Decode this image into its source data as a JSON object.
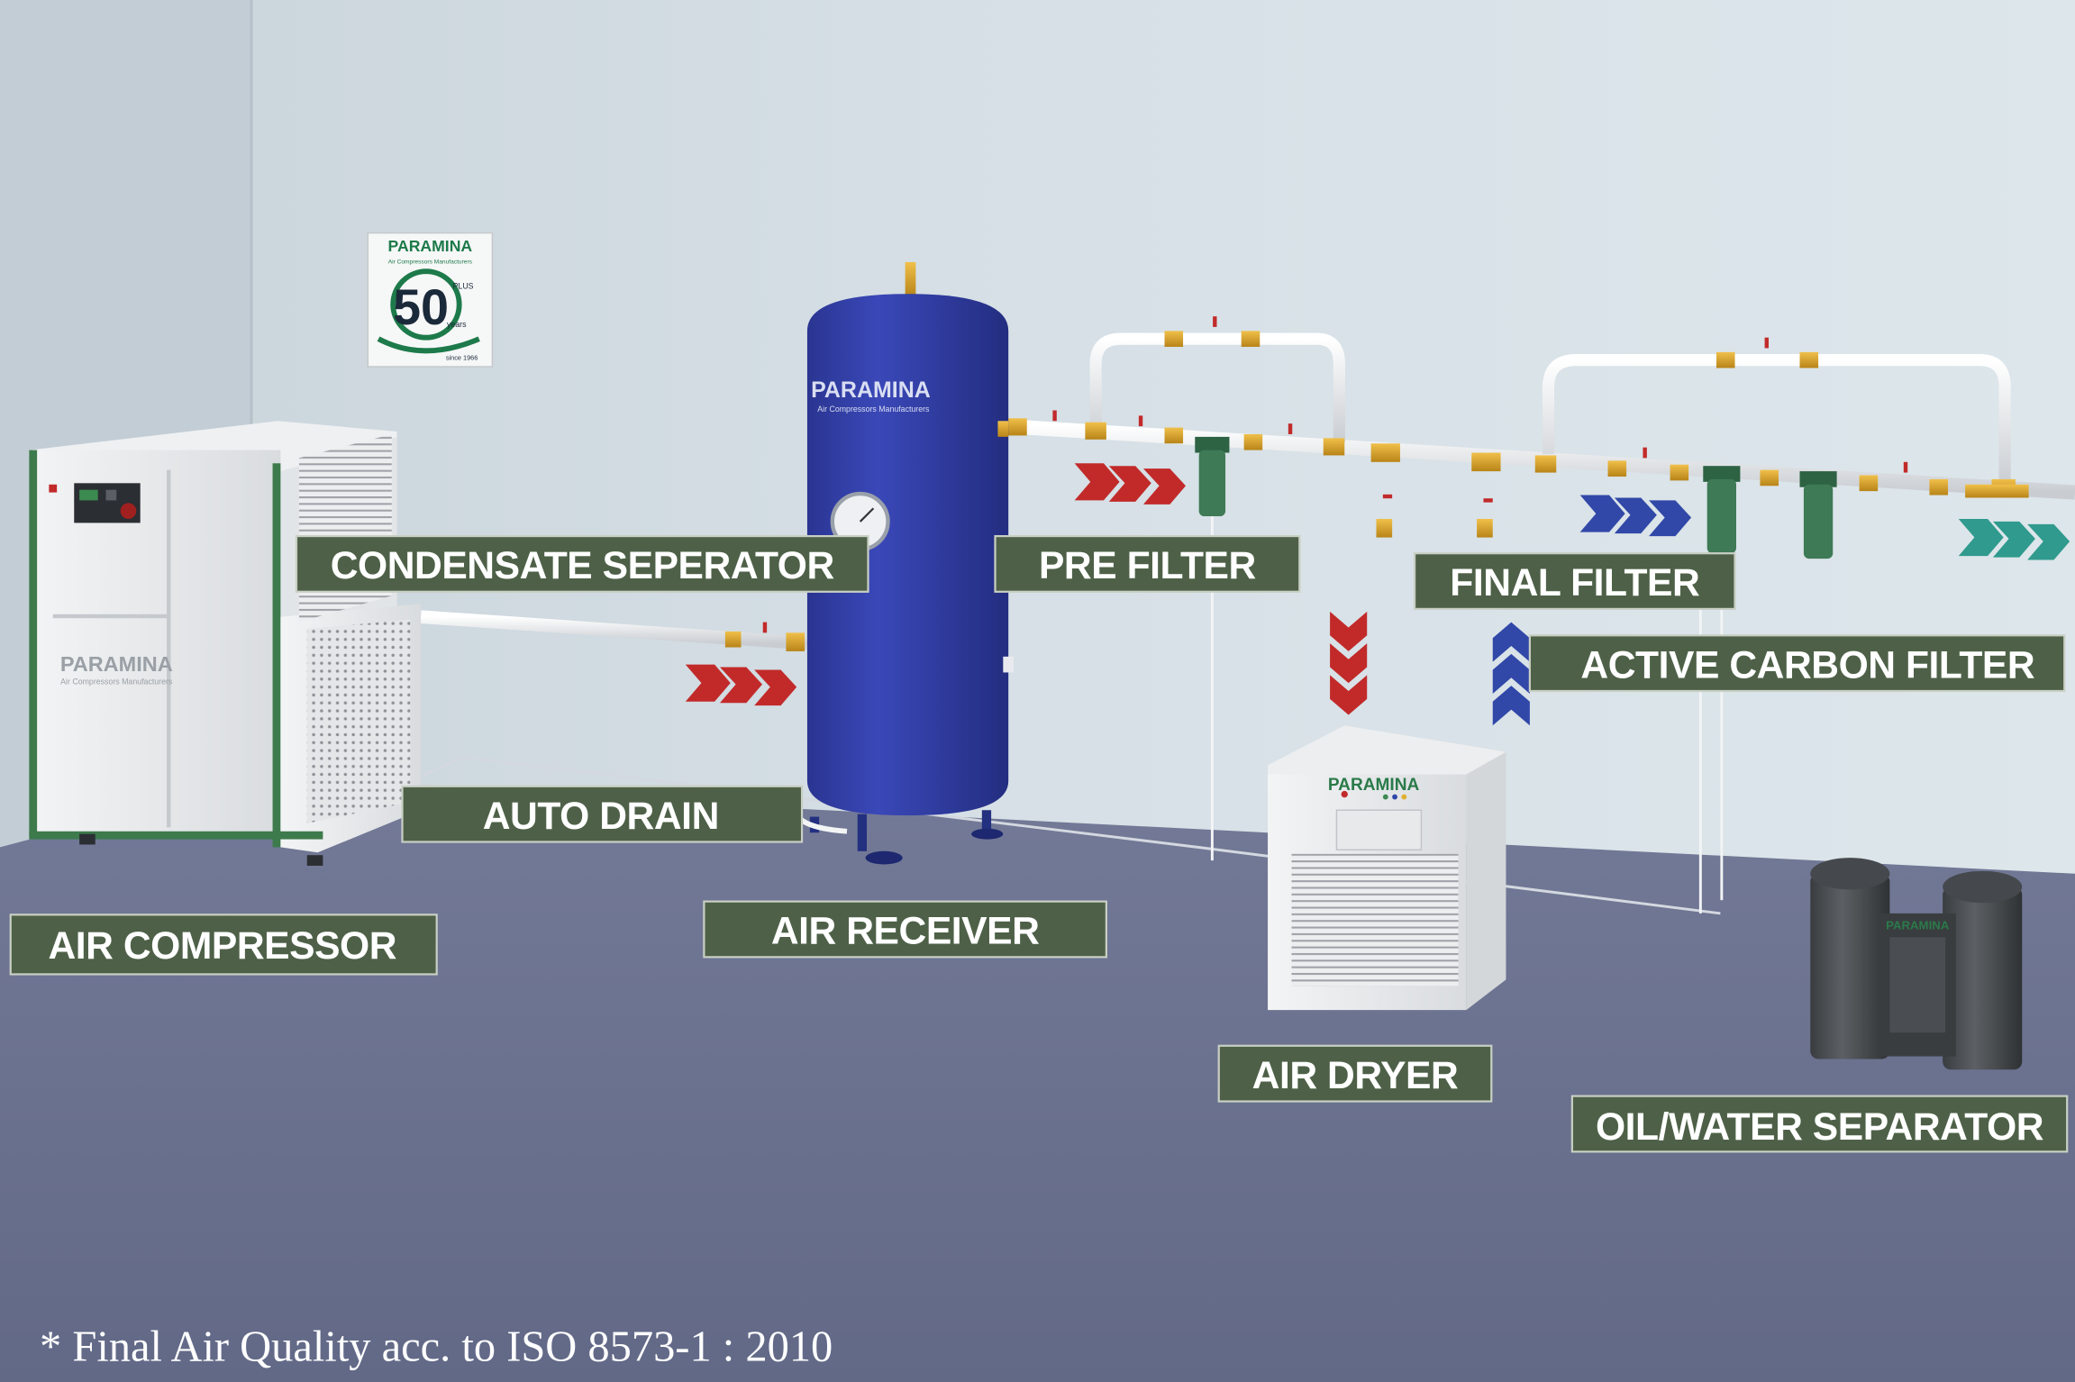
{
  "labels": {
    "condensate_separator": "CONDENSATE SEPERATOR",
    "pre_filter": "PRE FILTER",
    "final_filter": "FINAL FILTER",
    "active_carbon_filter": "ACTIVE CARBON FILTER",
    "auto_drain": "AUTO DRAIN",
    "air_compressor": "AIR COMPRESSOR",
    "air_receiver": "AIR RECEIVER",
    "air_dryer": "AIR DRYER",
    "oil_water_separator": "OIL/WATER SEPARATOR"
  },
  "brand": {
    "name": "PARAMINA",
    "tagline": "Air Compressors Manufacturers",
    "badge_number": "50",
    "badge_plus": "PLUS",
    "badge_years": "years",
    "badge_since": "since 1966"
  },
  "footnote": "* Final Air Quality acc. to ISO 8573-1 : 2010",
  "colors": {
    "label_bg": "#4e6148",
    "label_border": "#c9cfc4",
    "arrow_red": "#c22a2a",
    "arrow_blue": "#3148a8",
    "arrow_teal": "#2f9a8d",
    "receiver_blue": "#2e3a9e",
    "filter_green": "#3e7a55",
    "wall": "#cfd9e0",
    "floor": "#69708f"
  },
  "icons": [
    "flow-arrow-red",
    "flow-arrow-blue",
    "flow-arrow-teal",
    "pressure-gauge-icon",
    "ball-valve-icon"
  ]
}
